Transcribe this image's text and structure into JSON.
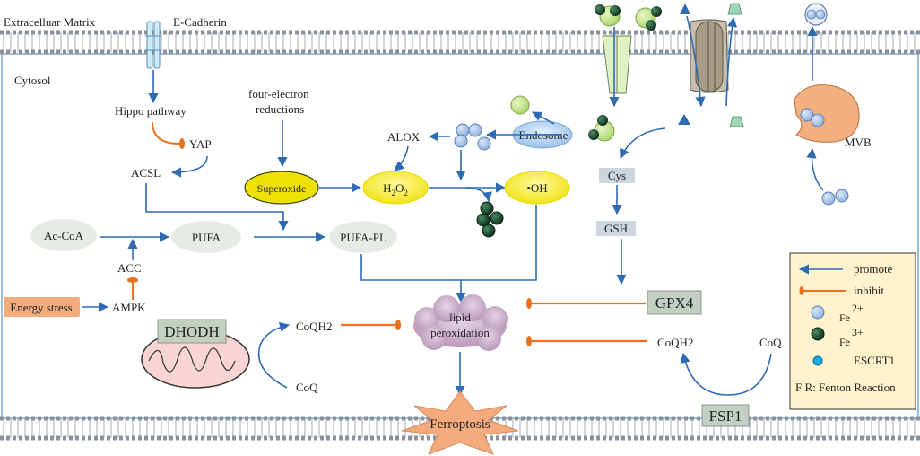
{
  "labels": {
    "extracellular_matrix": "Extracelluar Matrix",
    "e_cadherin": "E-Cadherin",
    "cytosol": "Cytosol",
    "hippo": "Hippo pathway",
    "yap": "YAP",
    "acsl": "ACSL",
    "four_electron": [
      "four-electron",
      "reductions"
    ],
    "alox": "ALOX",
    "endosome": "Endosome",
    "cys": "Cys",
    "gsh": "GSH",
    "superoxide": "Superoxide",
    "h2o2_main": "H",
    "h2o2_sub1": "2",
    "h2o2_o": "O",
    "h2o2_sub2": "2",
    "oh": "•OH",
    "acoa": "Ac-CoA",
    "pufa": "PUFA",
    "pufa_pl": "PUFA-PL",
    "acc": "ACC",
    "energy_stress": "Energy stress",
    "ampk": "AMPK",
    "dhodh": "DHODH",
    "coqh2_left": "CoQH2",
    "coq_left": "CoQ",
    "lipid_peroxidation": [
      "lipid",
      "peroxidation"
    ],
    "ferroptosis": "Ferroptosis",
    "gpx4": "GPX4",
    "coqh2_right": "CoQH2",
    "coq_right": "CoQ",
    "fsp1": "FSP1",
    "mvb": "MVB"
  },
  "legend": {
    "promote": "promote",
    "inhibit": "inhibit",
    "fe2_base": "Fe",
    "fe2_sup": "2+",
    "fe3_base": "Fe",
    "fe3_sup": "3+",
    "escrt1": "ESCRT1",
    "fr": "F R: Fenton Reaction"
  },
  "colors": {
    "promote": "#2e6bb3",
    "inhibit": "#e8701f",
    "fe2": "#a9c1e6",
    "fe3": "#1d4630",
    "yellow": "#f1e400",
    "legend_bg": "#fff2cc",
    "mvb": "#f3b07e"
  }
}
